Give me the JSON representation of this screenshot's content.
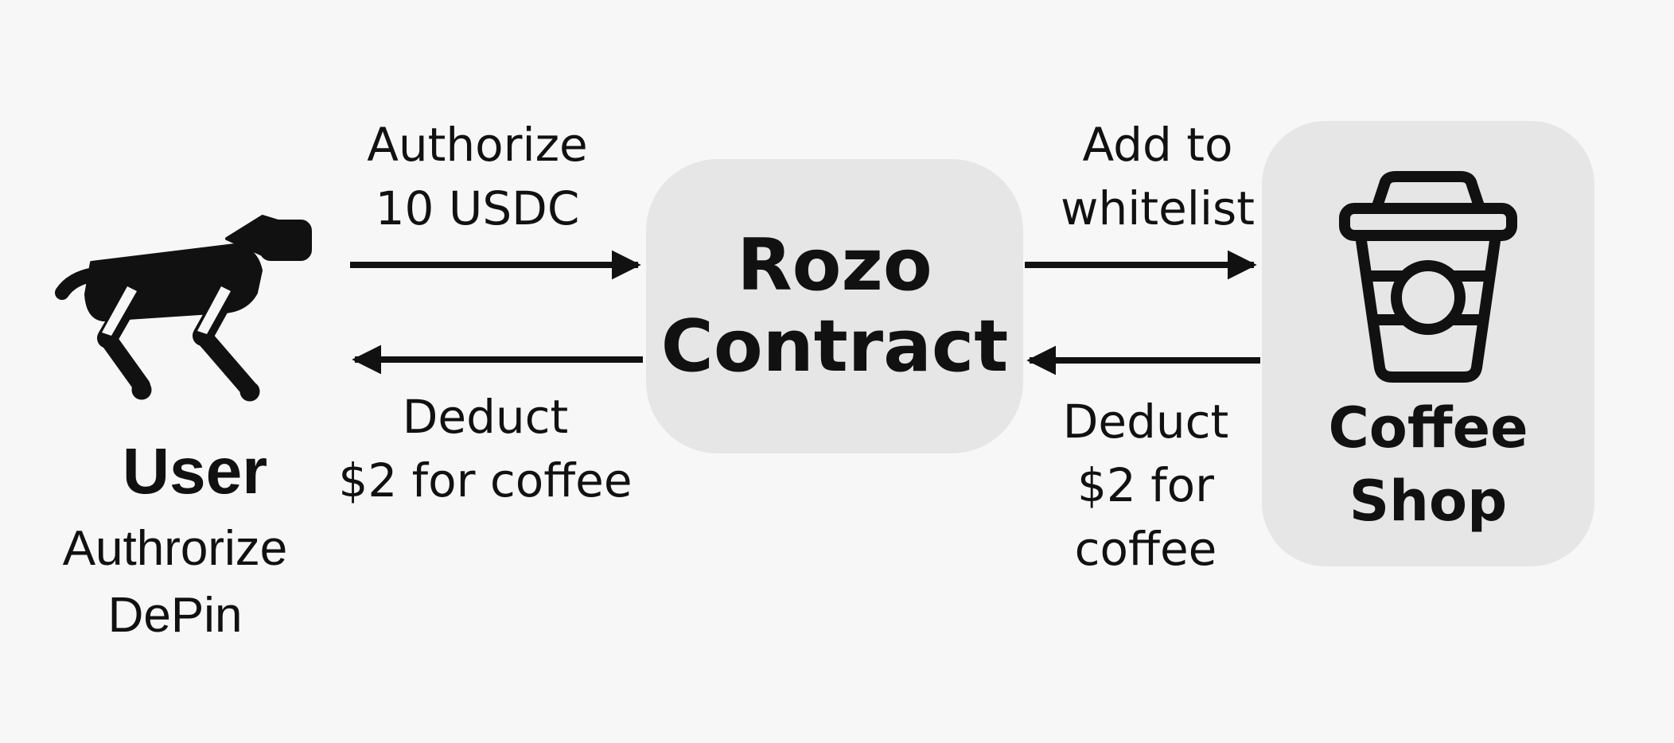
{
  "user": {
    "title": "User",
    "subtitle_lines": [
      "Authrorize",
      "DePin"
    ],
    "icon": "robot-dog-icon"
  },
  "contract": {
    "title_lines": [
      "Rozo",
      "Contract"
    ]
  },
  "shop": {
    "title_lines": [
      "Coffee",
      "Shop"
    ],
    "icon": "coffee-cup-icon"
  },
  "edges": {
    "authorize": {
      "lines": [
        "Authorize",
        "10 USDC"
      ]
    },
    "deduct_left": {
      "lines": [
        "Deduct",
        "$2 for coffee"
      ]
    },
    "whitelist": {
      "lines": [
        "Add to",
        "whitelist"
      ]
    },
    "deduct_right": {
      "lines": [
        "Deduct",
        "$2 for",
        "coffee"
      ]
    }
  },
  "colors": {
    "background": "#f7f7f7",
    "box_fill": "#e6e6e6",
    "ink": "#111111"
  }
}
